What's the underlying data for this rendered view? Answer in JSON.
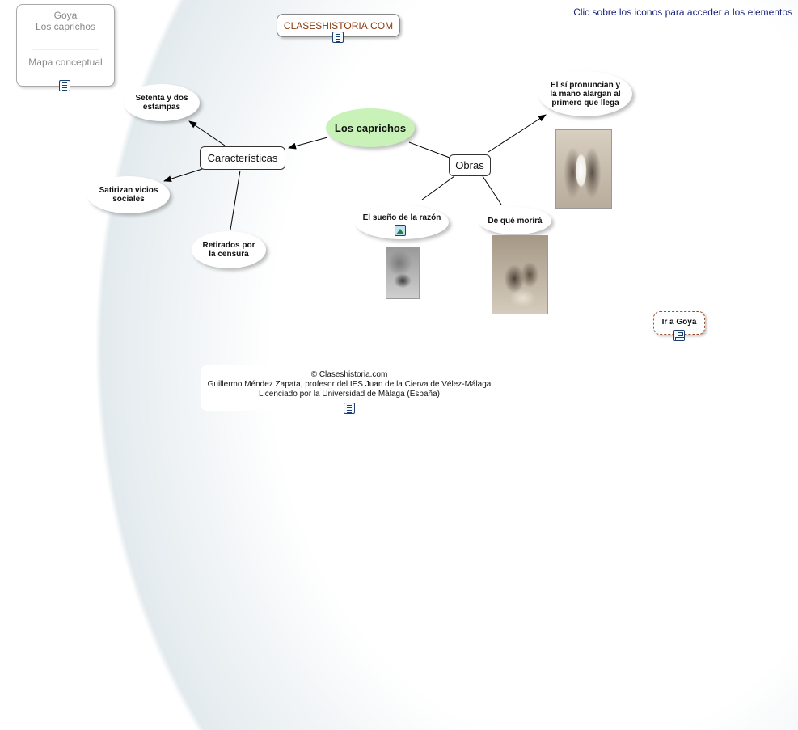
{
  "header": {
    "site_title": "CLASESHISTORIA.COM",
    "instructions": "Clic sobre los iconos para acceder a los elementos"
  },
  "legend_box": {
    "line1": "Goya",
    "line2": "Los caprichos",
    "separator": "_______________",
    "line3": "Mapa conceptual"
  },
  "map": {
    "central": "Los caprichos",
    "caracteristicas": "Características",
    "obras": "Obras",
    "setenta_1": "Setenta y dos",
    "setenta_2": "estampas",
    "satirizan_1": "Satirizan vicios",
    "satirizan_2": "sociales",
    "retirados_1": "Retirados por",
    "retirados_2": "la censura",
    "elsi_1": "El sí pronuncian y",
    "elsi_2": "la mano alargan al",
    "elsi_3": "primero que llega",
    "sueno": "El sueño de la razón",
    "demorira": "De qué morirá",
    "ir_goya": "Ir a Goya"
  },
  "footer": {
    "line1": "© Claseshistoria.com",
    "line2": "Guillermo Méndez Zapata, profesor del IES Juan de la Cierva de Vélez-Málaga",
    "line3": "Licenciado por la Universidad de Málaga (España)"
  },
  "colors": {
    "central_fill": "#c8f2b8",
    "site_title": "#8b3a0e",
    "instructions": "#1a237e"
  }
}
